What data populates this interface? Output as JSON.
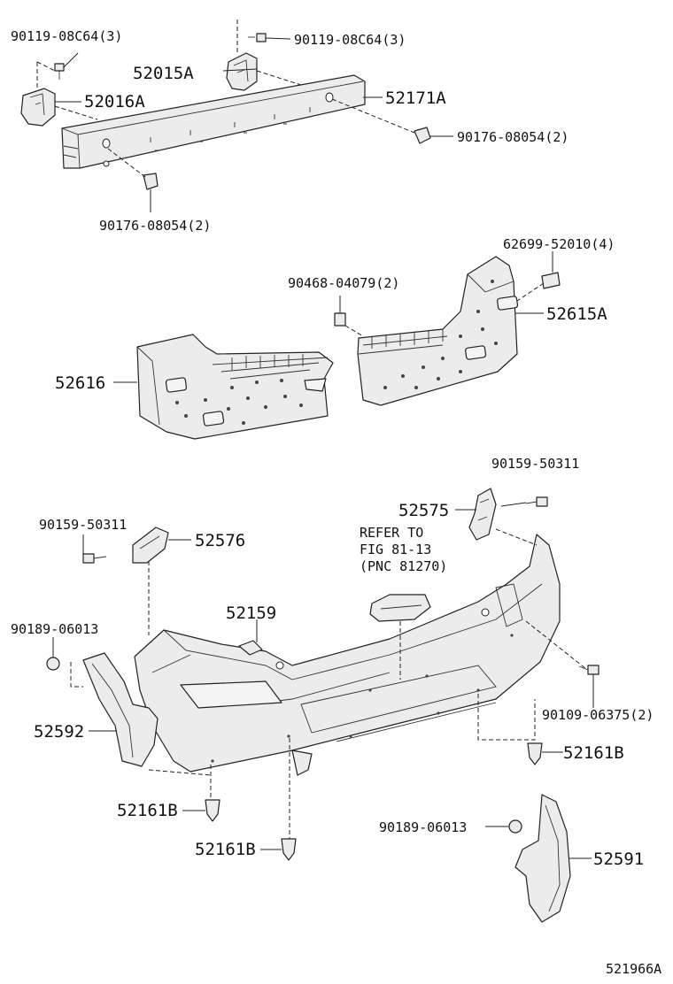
{
  "labels": {
    "p90119_a": "90119-08C64(3)",
    "p90119_b": "90119-08C64(3)",
    "p52015A": "52015A",
    "p52016A": "52016A",
    "p52171A": "52171A",
    "p90176_a": "90176-08054(2)",
    "p90176_b": "90176-08054(2)",
    "p62699": "62699-52010(4)",
    "p90468": "90468-04079(2)",
    "p52615A": "52615A",
    "p52616": "52616",
    "p90159_a": "90159-50311",
    "p52575": "52575",
    "p90159_b": "90159-50311",
    "p52576": "52576",
    "refer_line1": "REFER TO",
    "refer_line2": "FIG 81-13",
    "refer_line3": "(PNC 81270)",
    "p52159": "52159",
    "p90189_a": "90189-06013",
    "p90109": "90109-06375(2)",
    "p52592": "52592",
    "p52161B_a": "52161B",
    "p52161B_b": "52161B",
    "p52161B_c": "52161B",
    "p90189_b": "90189-06013",
    "p52591": "52591",
    "figure_id": "521966A"
  }
}
